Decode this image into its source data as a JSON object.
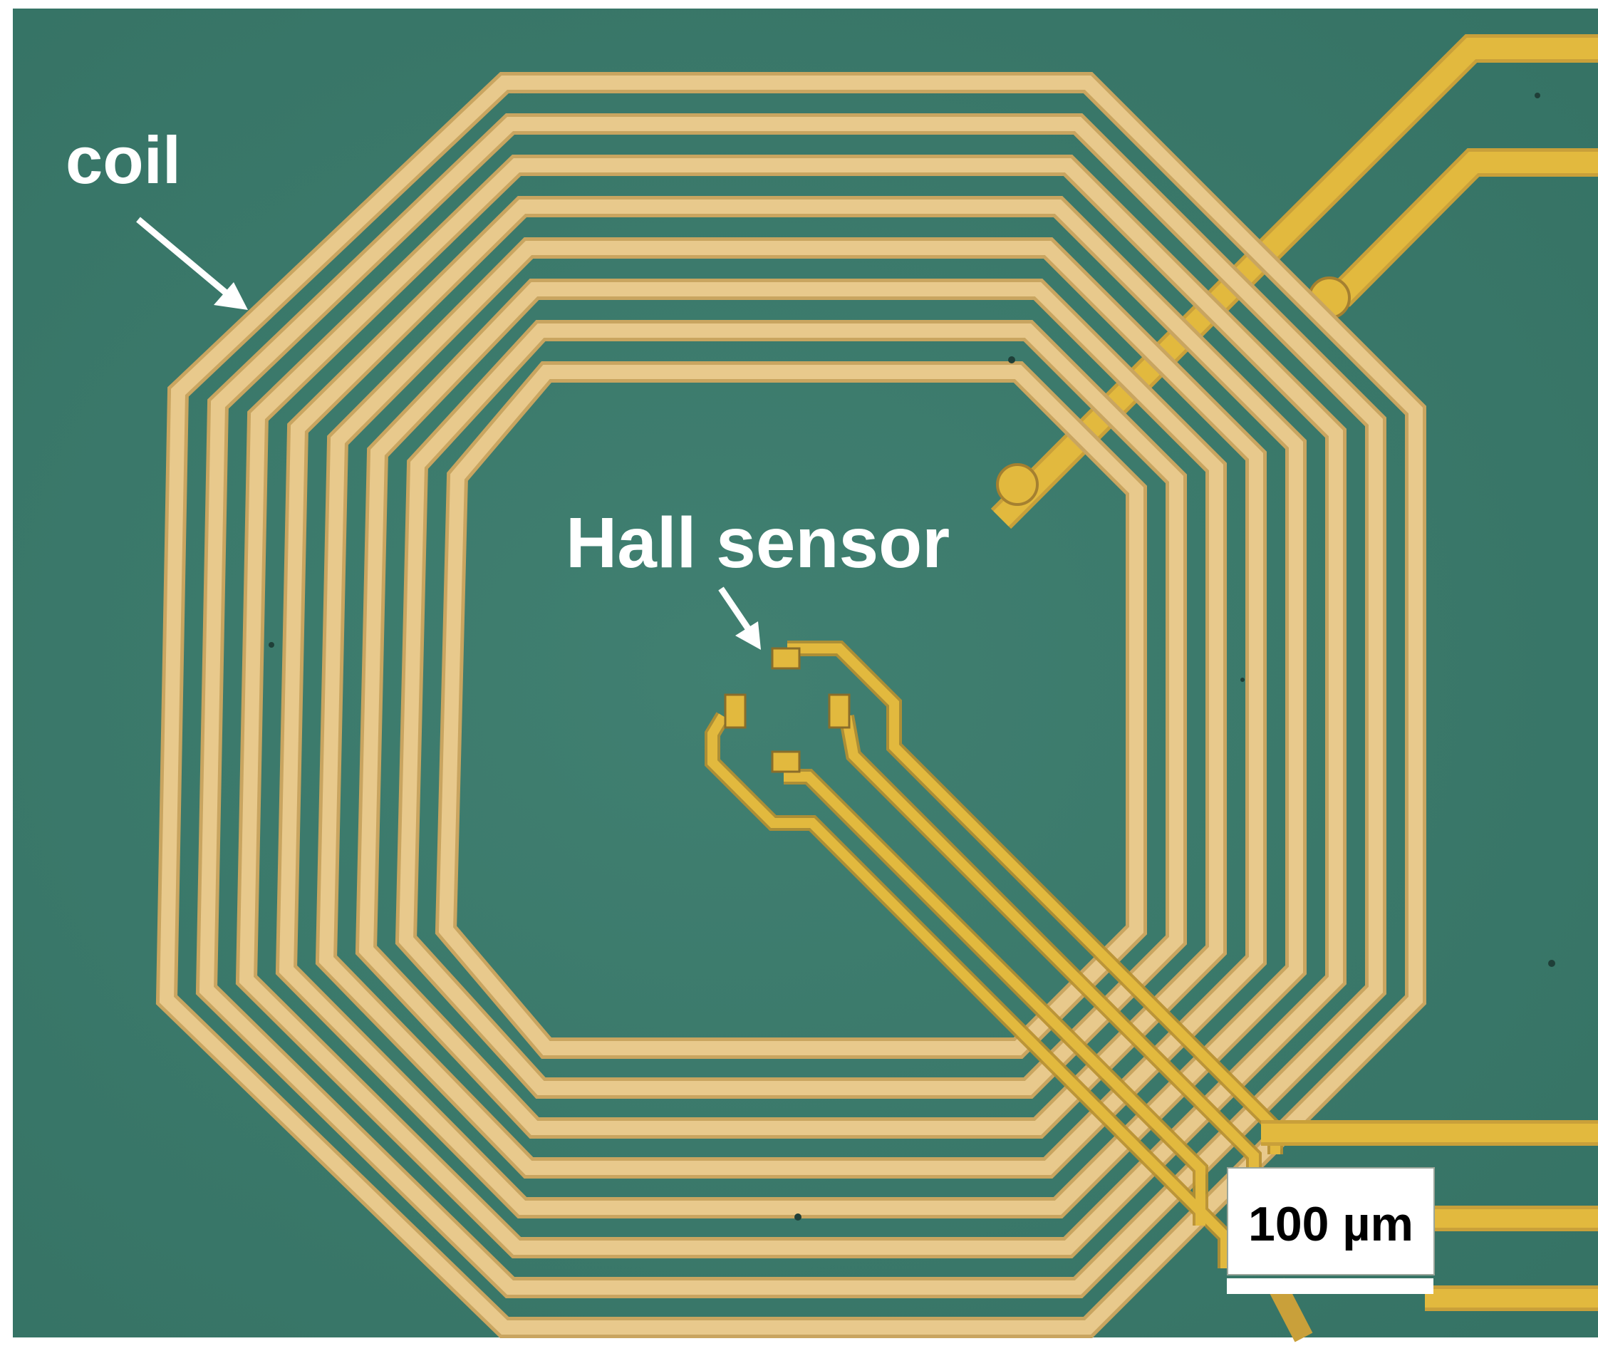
{
  "image": {
    "description_labels": {
      "coil": "coil",
      "hall_sensor": "Hall sensor"
    },
    "scale_bar": {
      "label": "100 µm"
    },
    "colors": {
      "substrate": "#3b7a6c",
      "substrate_dark": "#2f6a5d",
      "coil_trace": "#e6c27f",
      "coil_trace_edge": "#c9a560",
      "lead_trace": "#e2b93e",
      "label_text": "#ffffff",
      "arrow": "#ffffff"
    }
  }
}
